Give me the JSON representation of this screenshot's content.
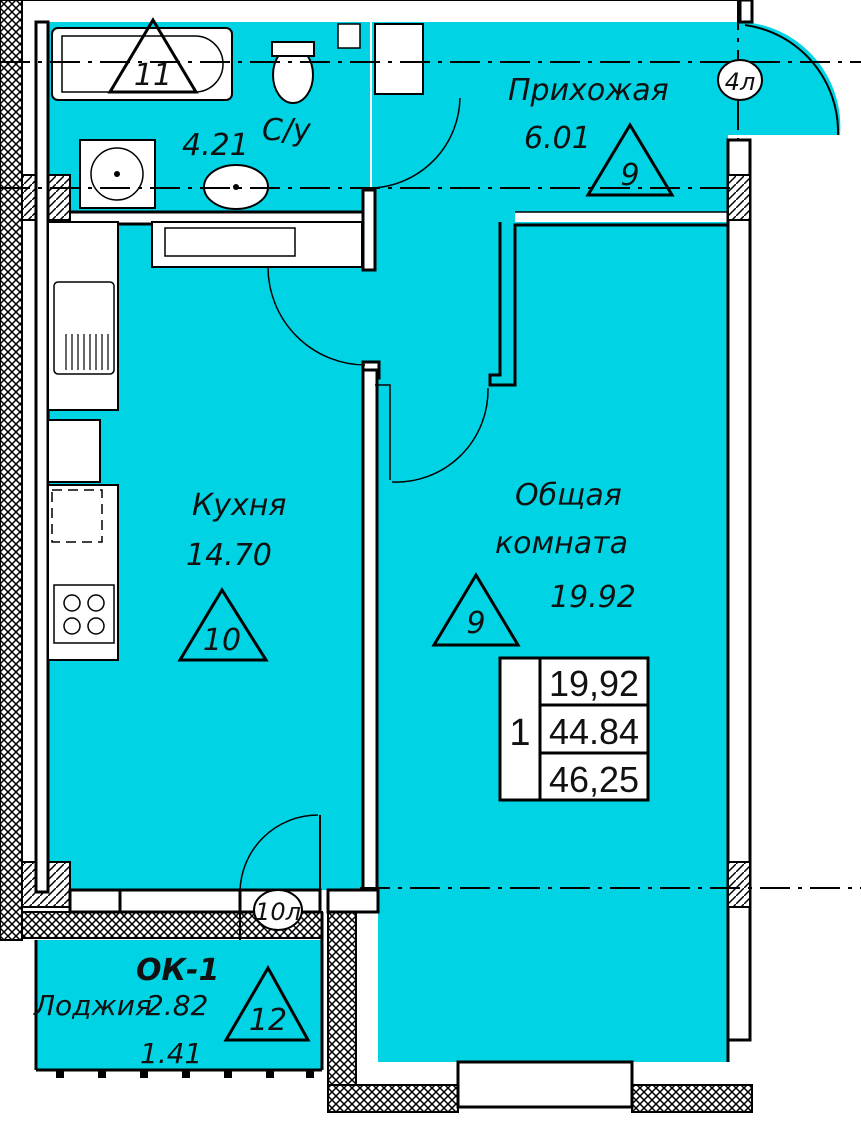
{
  "colors": {
    "room": "#00d4e4",
    "wall": "#ffffff",
    "line": "#000000"
  },
  "rooms": {
    "bathroom": {
      "name": "С/у",
      "area": "4.21",
      "marker": "11"
    },
    "hallway": {
      "name": "Прихожая",
      "area": "6.01",
      "marker": "9",
      "door_tag": "4л"
    },
    "kitchen": {
      "name": "Кухня",
      "area": "14.70",
      "marker": "10"
    },
    "living": {
      "name_line1": "Общая",
      "name_line2": "комната",
      "area": "19.92",
      "marker": "9"
    },
    "loggia": {
      "window": "ОК-1",
      "name": "Лоджия",
      "area": "2.82",
      "area_reduced": "1.41",
      "marker": "12",
      "door_tag": "10л"
    }
  },
  "summary": {
    "rooms_count": "1",
    "living_area": "19,92",
    "total_area": "44.84",
    "total_with_loggia": "46,25"
  }
}
